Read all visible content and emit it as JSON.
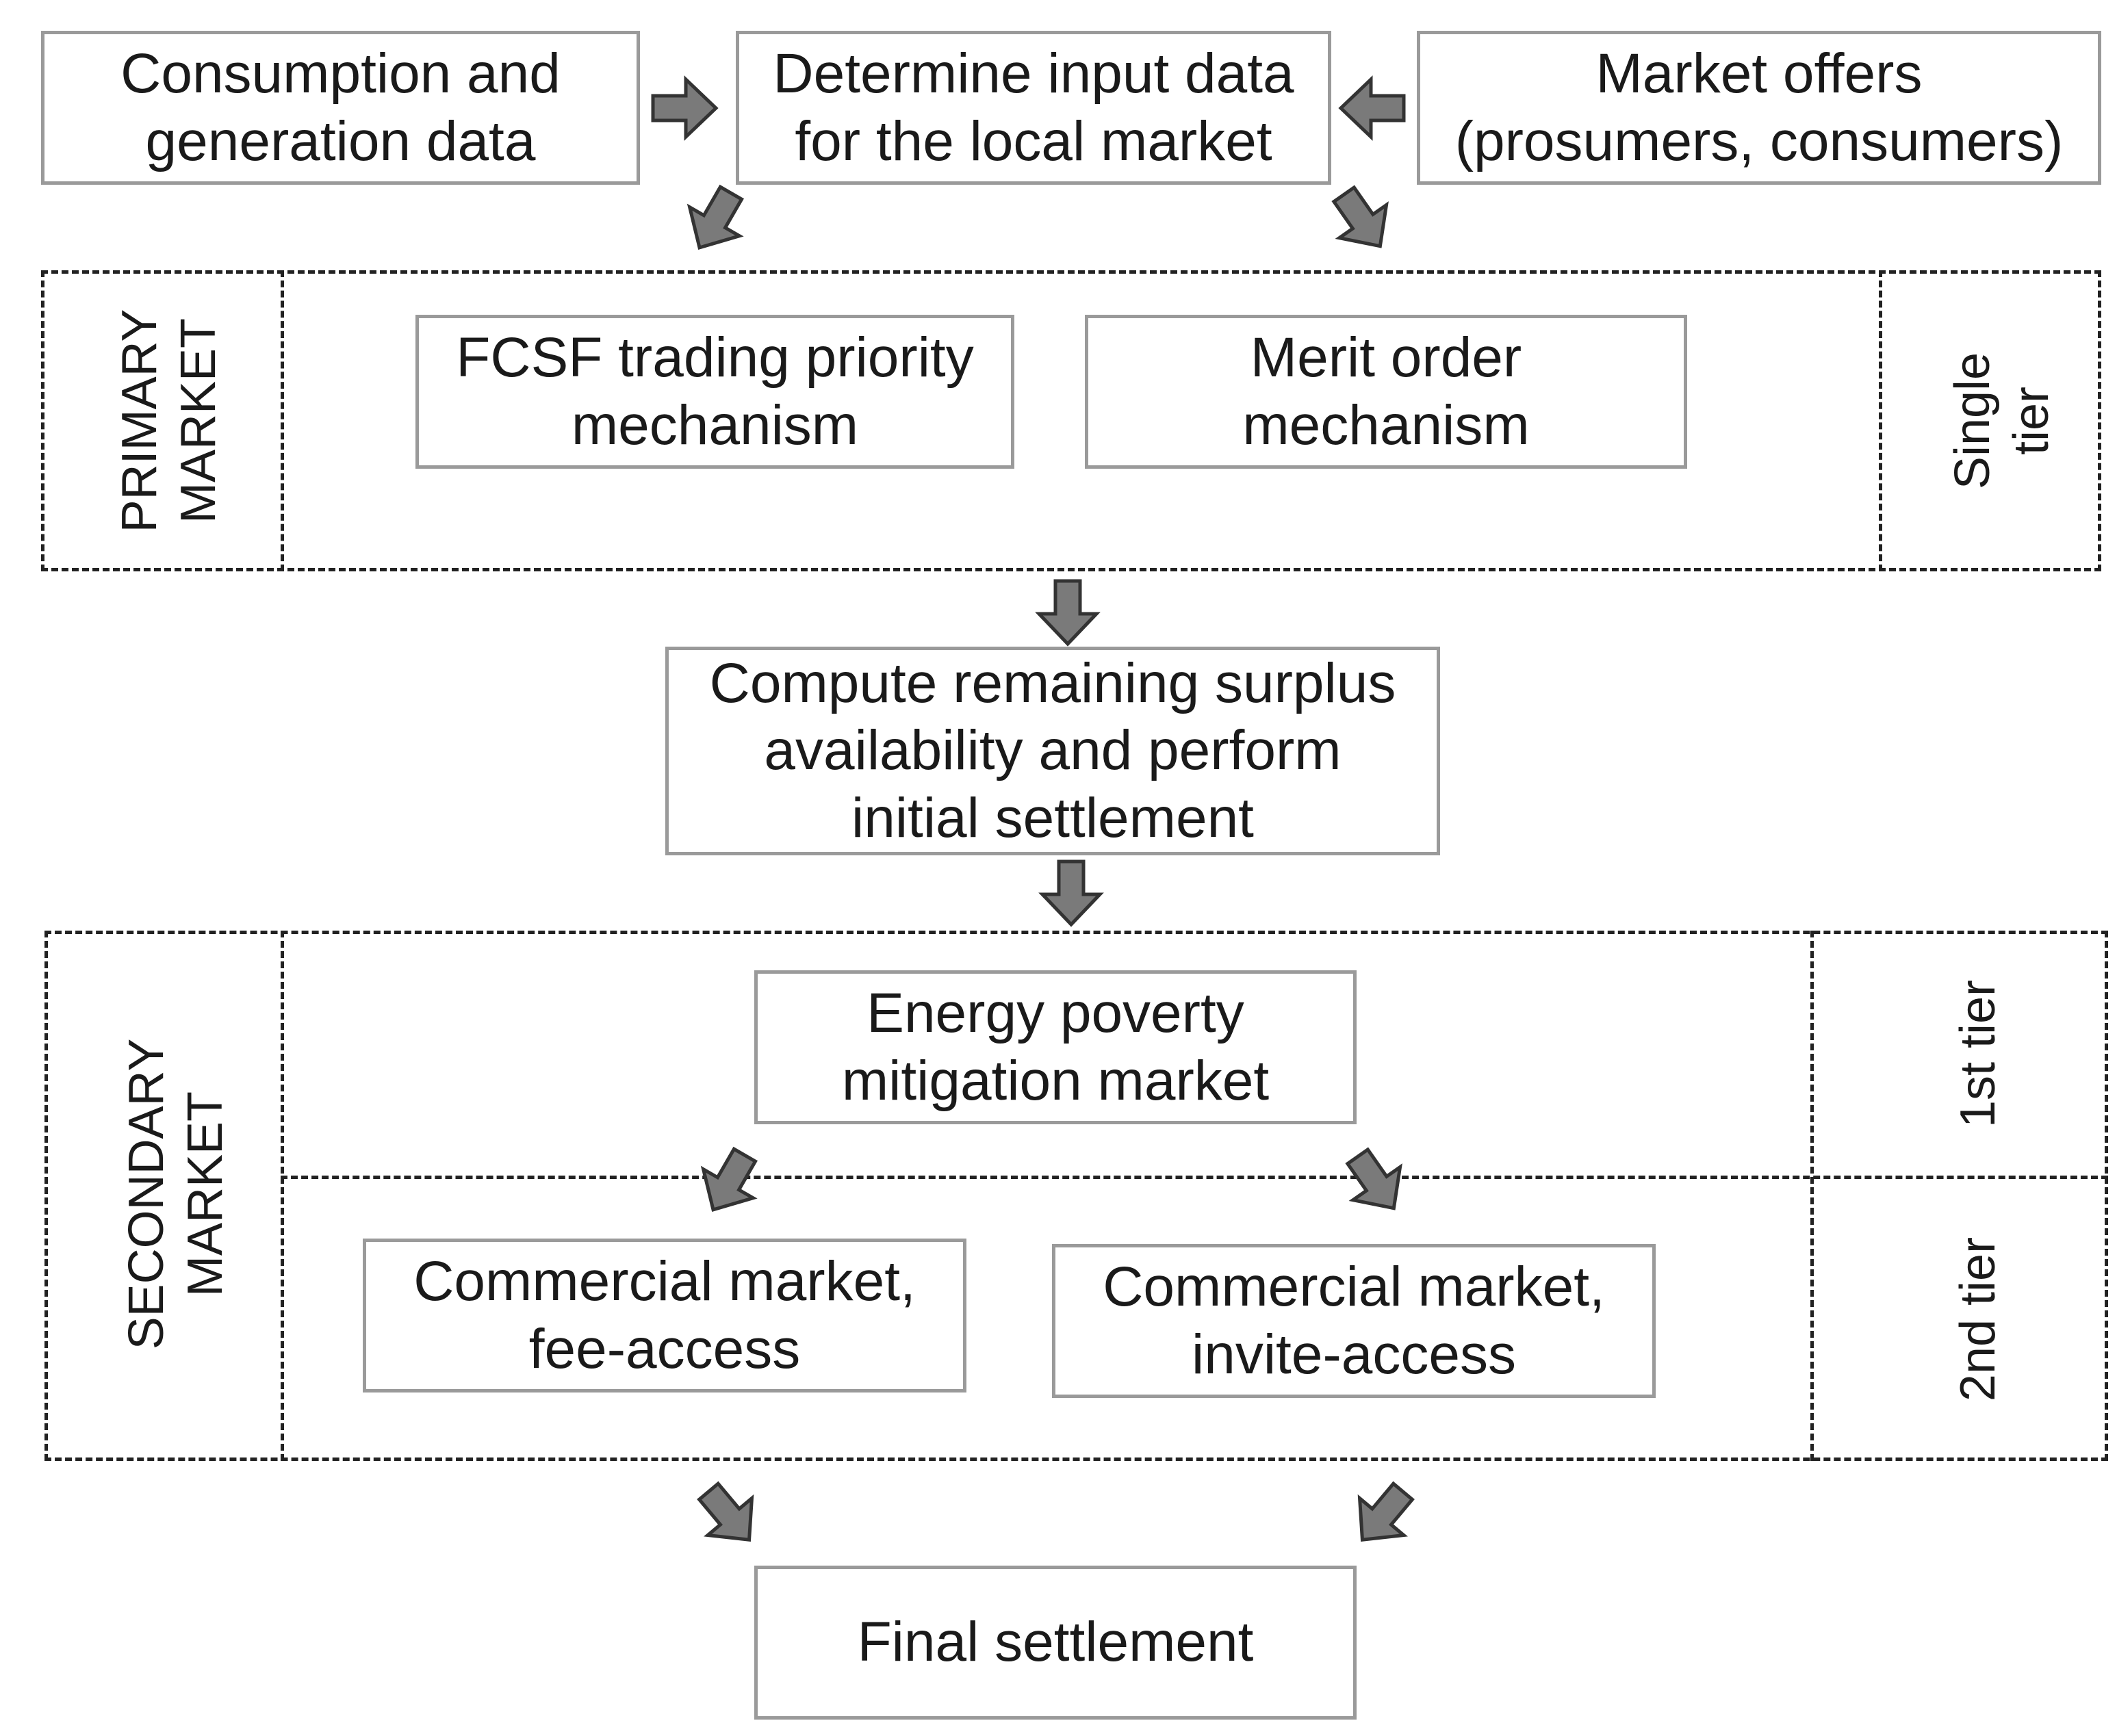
{
  "colors": {
    "box_border": "#9a9a9a",
    "dashed_border": "#222222",
    "arrow_fill": "#7a7a7a",
    "arrow_stroke": "#333333",
    "text": "#1a1a1a"
  },
  "inputs": {
    "consumption": "Consumption and\ngeneration data",
    "determine": "Determine input data\nfor the local market",
    "offers": "Market offers\n(prosumers, consumers)"
  },
  "primary": {
    "label": "PRIMARY\nMARKET",
    "tier": "Single\ntier",
    "fcsf": "FCSF trading priority\nmechanism",
    "merit": "Merit order\nmechanism"
  },
  "compute": "Compute remaining surplus\navailability and perform\ninitial settlement",
  "secondary": {
    "label": "SECONDARY\nMARKET",
    "tier1": "1st tier",
    "tier2": "2nd tier",
    "energy_poverty": "Energy poverty\nmitigation market",
    "fee_access": "Commercial market,\nfee-access",
    "invite_access": "Commercial market,\ninvite-access"
  },
  "final": "Final settlement",
  "icons": {
    "arrow": "block-arrow-icon"
  }
}
